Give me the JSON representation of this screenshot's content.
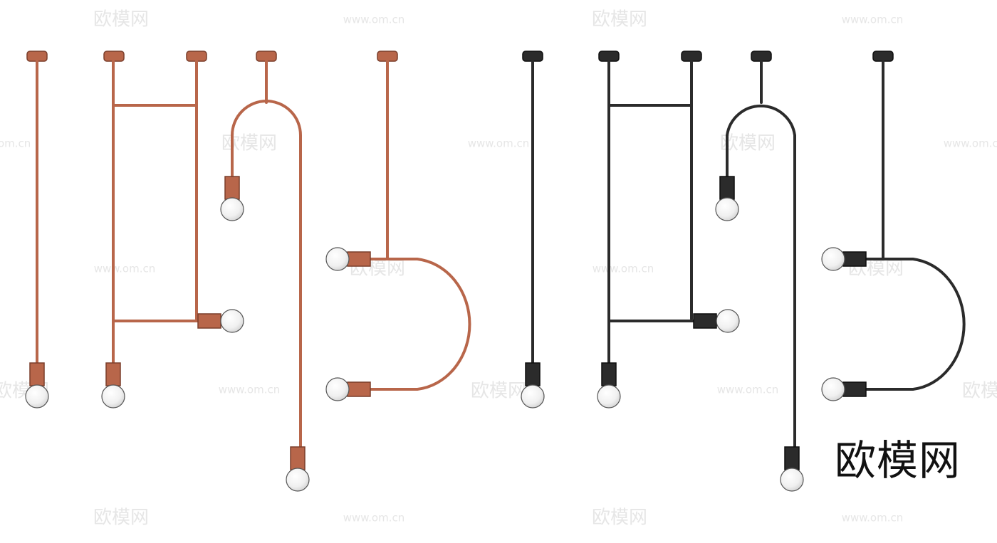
{
  "watermark": {
    "logo_text": "欧模网",
    "url_text": "www.om.cn"
  },
  "brand_mark": "欧模网",
  "colors": {
    "copper": "#b8664a",
    "copper_dark": "#7a3e2b",
    "black": "#2b2b2b",
    "black_dark": "#0e0e0e",
    "bulb": "#f2f2f2",
    "watermark": "#e6e6e6"
  }
}
